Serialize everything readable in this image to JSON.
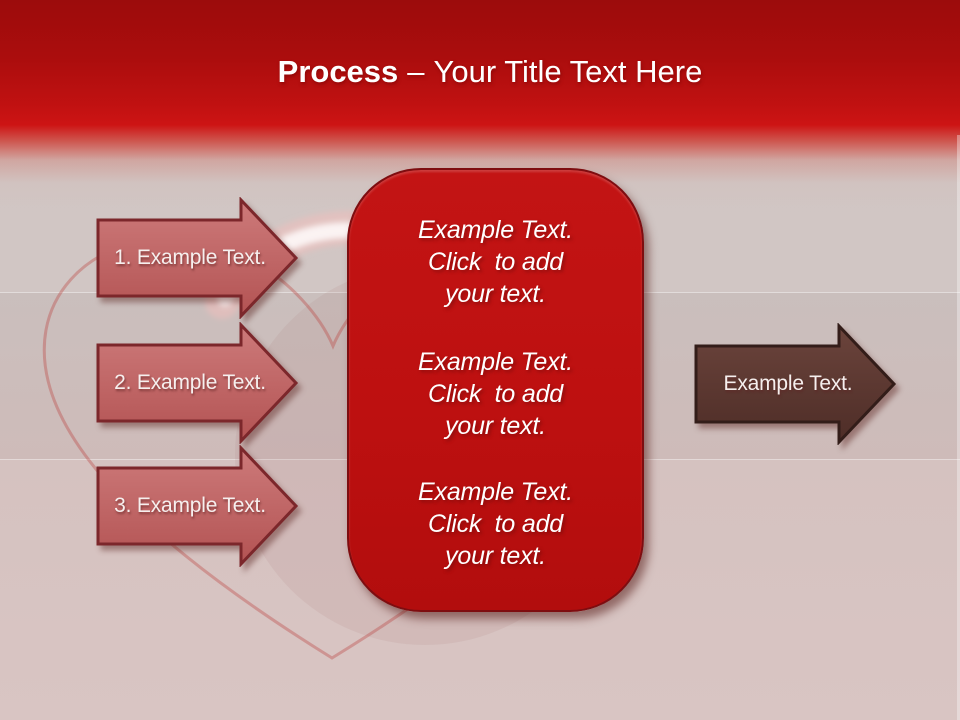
{
  "title": {
    "bold": "Process",
    "dash": "–",
    "rest": "Your Title Text Here"
  },
  "left_arrows": [
    {
      "label": "1. Example Text."
    },
    {
      "label": "2. Example Text."
    },
    {
      "label": "3. Example Text."
    }
  ],
  "center_panel": {
    "blocks": [
      [
        "Example Text.",
        "Click  to add",
        "your text."
      ],
      [
        "Example Text.",
        "Click  to add",
        "your text."
      ],
      [
        "Example Text.",
        "Click  to add",
        "your text."
      ]
    ]
  },
  "right_arrow": {
    "label": "Example Text."
  },
  "colors": {
    "header_dark_red": "#9c0c0c",
    "header_red": "#cd1414",
    "background_pink_gray": "#d3c6c4",
    "panel_red": "#bd1111",
    "panel_border": "#7e0d10",
    "left_arrow_fill_top": "#cd7a7a",
    "left_arrow_fill_bottom": "#b35353",
    "left_arrow_border": "#7c272b",
    "right_arrow_fill_top": "#6b443c",
    "right_arrow_fill_bottom": "#4e2d27",
    "right_arrow_border": "#331d19",
    "text_light": "#ffffff"
  }
}
